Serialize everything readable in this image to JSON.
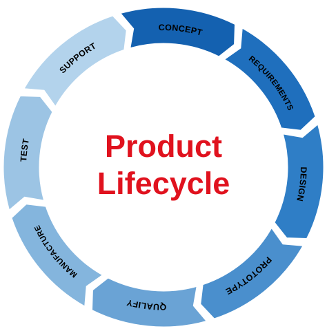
{
  "center_title": {
    "line1": "Product",
    "line2": "Lifecycle",
    "color": "#e0121e"
  },
  "stages": [
    {
      "key": "concept",
      "label": "CONCEPT",
      "color": "#1461b0"
    },
    {
      "key": "requirements",
      "label": "REQUIREMENTS",
      "color": "#1f6fbd"
    },
    {
      "key": "design",
      "label": "DESIGN",
      "color": "#2f7ec6"
    },
    {
      "key": "prototype",
      "label": "PROTOTYPE",
      "color": "#4a8fcd"
    },
    {
      "key": "qualify",
      "label": "QUALIFY",
      "color": "#6aa3d5"
    },
    {
      "key": "manufacture",
      "label": "MANUFACTURE",
      "color": "#84b5dd"
    },
    {
      "key": "test",
      "label": "TEST",
      "color": "#9cc4e4"
    },
    {
      "key": "support",
      "label": "SUPPORT",
      "color": "#b3d3ec"
    }
  ]
}
